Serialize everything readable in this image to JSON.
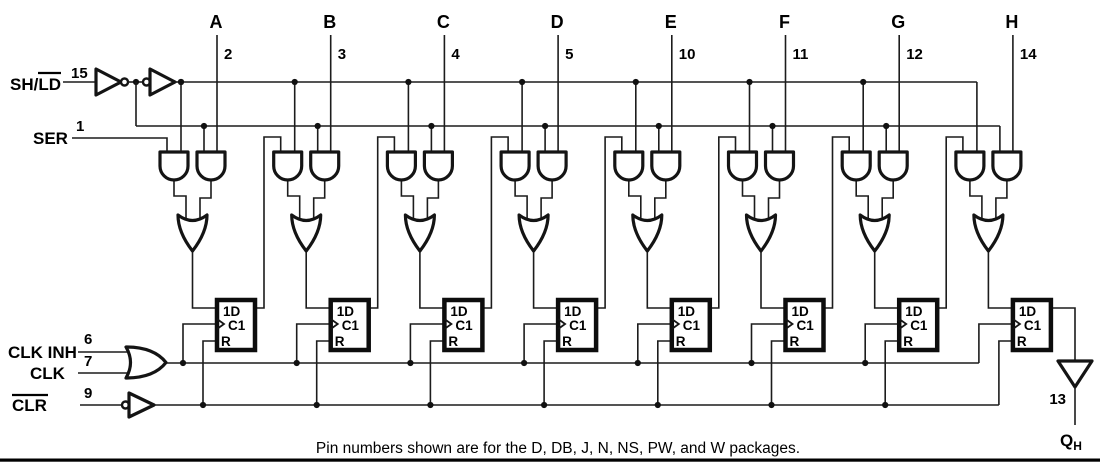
{
  "diagram": {
    "inputs": {
      "sh_ld": {
        "label_pre": "SH/",
        "label_over": "LD",
        "pin": "15"
      },
      "ser": {
        "label": "SER",
        "pin": "1"
      },
      "clk_inh": {
        "label": "CLK INH",
        "pin": "6"
      },
      "clk": {
        "label": "CLK",
        "pin": "7"
      },
      "clr": {
        "label_over": "CLR",
        "pin": "9"
      }
    },
    "stages": [
      {
        "letter": "A",
        "pin": "2"
      },
      {
        "letter": "B",
        "pin": "3"
      },
      {
        "letter": "C",
        "pin": "4"
      },
      {
        "letter": "D",
        "pin": "5"
      },
      {
        "letter": "E",
        "pin": "10"
      },
      {
        "letter": "F",
        "pin": "11"
      },
      {
        "letter": "G",
        "pin": "12"
      },
      {
        "letter": "H",
        "pin": "14"
      }
    ],
    "flip_flop": {
      "d_label": "1D",
      "clk_label": "C1",
      "reset_label": "R"
    },
    "output": {
      "label": "Q",
      "sub": "H",
      "pin": "13"
    },
    "caption": "Pin numbers shown are for the D, DB, J, N, NS, PW, and W packages.",
    "colors": {
      "line": "#1c1c1c",
      "text": "#000000",
      "background": "#ffffff"
    }
  }
}
